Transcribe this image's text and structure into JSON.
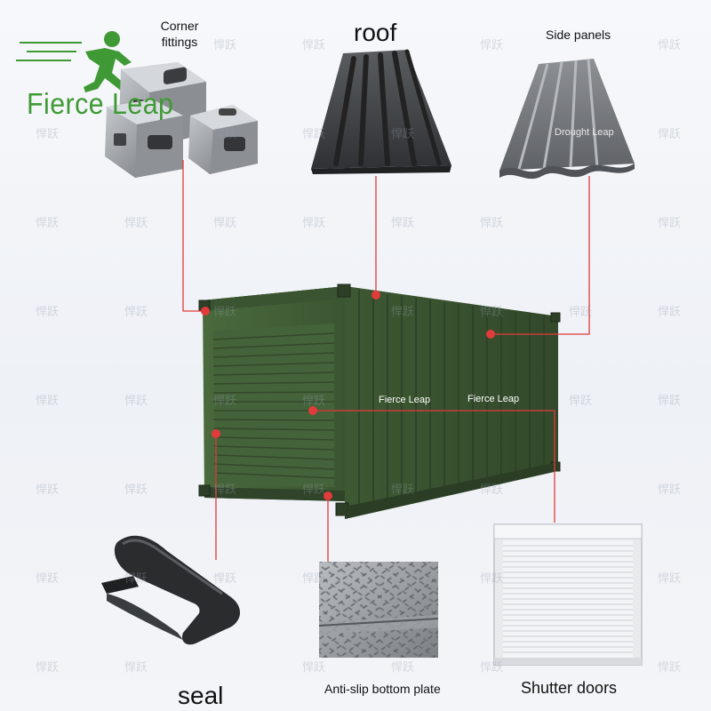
{
  "brand": {
    "name": "Fierce Leap",
    "color": "#3f9a35"
  },
  "watermark": "悍跃",
  "components": {
    "corner_fittings": "Corner\nfittings",
    "roof": "roof",
    "side_panels": "Side panels",
    "seal": "seal",
    "anti_slip_bottom_plate": "Anti-slip bottom plate",
    "shutter_doors": "Shutter doors"
  },
  "image_marks": {
    "side_panel_mark": "Drought Leap",
    "container_mark_1": "Fierce Leap",
    "container_mark_2": "Fierce Leap"
  },
  "colors": {
    "leader_line": "#e23b3b",
    "container_green": "#3e5a33",
    "steel_grey": "#8f9296",
    "rubber_black": "#2b2d2f"
  },
  "icons": {
    "brand_logo": "running-man-icon"
  }
}
